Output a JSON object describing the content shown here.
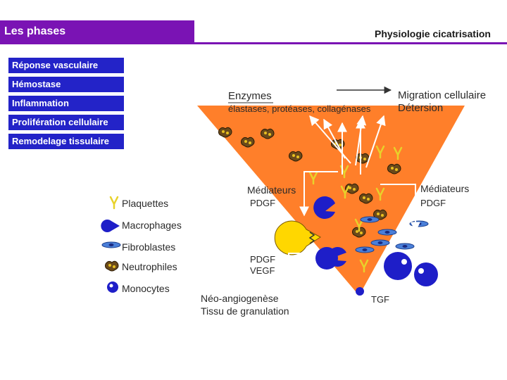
{
  "header": {
    "title": "Les phases",
    "subtitle": "Physiologie cicatrisation"
  },
  "phases": [
    "Réponse vasculaire",
    "Hémostase",
    "Inflammation",
    "Prolifération cellulaire",
    "Remodelage tissulaire"
  ],
  "legend": {
    "platelets": "Plaquettes",
    "macrophages": "Macrophages",
    "fibroblasts": "Fibroblastes",
    "neutrophils": "Neutrophiles",
    "monocytes": "Monocytes"
  },
  "labels": {
    "enzymes": "Enzymes",
    "enzymes_list": "élastases, protéases, collagénases",
    "migration_1": "Migration cellulaire",
    "migration_2": "Détersion",
    "mediators_left": "Médiateurs",
    "pdgf_left": "PDGF",
    "mediators_right": "Médiateurs",
    "pdgf_right": "PDGF",
    "pdgf_vegf_1": "PDGF",
    "pdgf_vegf_2": "VEGF",
    "neo_1": "Néo-angiogenèse",
    "neo_2": "Tissu de granulation",
    "tgf": "TGF"
  },
  "colors": {
    "header": "#7a13b4",
    "phase_box": "#2323c8",
    "wound": "#ff7f2a",
    "cell_blue": "#1e1ec8",
    "macrophage": "#ffd700",
    "fibroblast": "#3c6ed2",
    "neutrophil": "#6b4a1a"
  }
}
